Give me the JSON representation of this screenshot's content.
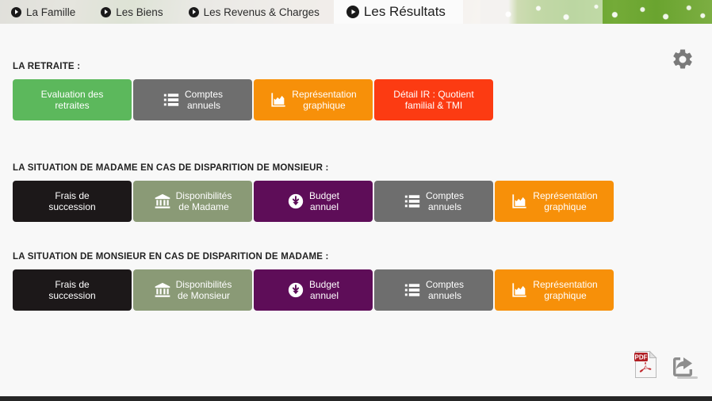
{
  "header": {
    "tabs": [
      {
        "label": "La Famille",
        "active": false,
        "icon": "arrow-circle-icon"
      },
      {
        "label": "Les Biens",
        "active": false,
        "icon": "arrow-circle-icon"
      },
      {
        "label": "Les Revenus & Charges",
        "active": false,
        "icon": "arrow-circle-icon"
      },
      {
        "label": "Les Résultats",
        "active": true,
        "icon": "arrow-circle-icon"
      }
    ]
  },
  "toolbar": {
    "settings_icon": "gear-icon"
  },
  "sections": [
    {
      "title": "LA RETRAITE :",
      "buttons": [
        {
          "label_line1": "Evaluation des",
          "label_line2": "retraites",
          "color": "#5cb85c",
          "color_class": "c-green",
          "icon": "none"
        },
        {
          "label_line1": "Comptes",
          "label_line2": "annuels",
          "color": "#6e6e6e",
          "color_class": "c-gray",
          "icon": "list-icon"
        },
        {
          "label_line1": "Représentation",
          "label_line2": "graphique",
          "color": "#f79009",
          "color_class": "c-orange",
          "icon": "area-chart-icon"
        },
        {
          "label_line1": "Détail IR : Quotient",
          "label_line2": "familial & TMI",
          "color": "#fc3b12",
          "color_class": "c-red",
          "icon": "none"
        }
      ]
    },
    {
      "title": "LA SITUATION DE MADAME EN CAS DE DISPARITION DE MONSIEUR :",
      "buttons": [
        {
          "label_line1": "Frais de",
          "label_line2": "succession",
          "color": "#1c1819",
          "color_class": "c-black",
          "icon": "none"
        },
        {
          "label_line1": "Disponibilités",
          "label_line2": "de Madame",
          "color": "#8a9a76",
          "color_class": "c-sage",
          "icon": "bank-icon"
        },
        {
          "label_line1": "Budget",
          "label_line2": "annuel",
          "color": "#5e0d58",
          "color_class": "c-purple",
          "icon": "download-circle-icon"
        },
        {
          "label_line1": "Comptes",
          "label_line2": "annuels",
          "color": "#6e6e6e",
          "color_class": "c-gray",
          "icon": "list-icon"
        },
        {
          "label_line1": "Représentation",
          "label_line2": "graphique",
          "color": "#f79009",
          "color_class": "c-orange",
          "icon": "area-chart-icon"
        }
      ]
    },
    {
      "title": "LA SITUATION DE MONSIEUR EN CAS DE DISPARITION DE MADAME :",
      "buttons": [
        {
          "label_line1": "Frais de",
          "label_line2": "succession",
          "color": "#1c1819",
          "color_class": "c-black",
          "icon": "none"
        },
        {
          "label_line1": "Disponibilités",
          "label_line2": "de Monsieur",
          "color": "#8a9a76",
          "color_class": "c-sage",
          "icon": "bank-icon"
        },
        {
          "label_line1": "Budget",
          "label_line2": "annuel",
          "color": "#5e0d58",
          "color_class": "c-purple",
          "icon": "download-circle-icon"
        },
        {
          "label_line1": "Comptes",
          "label_line2": "annuels",
          "color": "#6e6e6e",
          "color_class": "c-gray",
          "icon": "list-icon"
        },
        {
          "label_line1": "Représentation",
          "label_line2": "graphique",
          "color": "#f79009",
          "color_class": "c-orange",
          "icon": "area-chart-icon"
        }
      ]
    }
  ],
  "footer": {
    "actions": [
      {
        "icon": "pdf-export-icon",
        "badge": "PDF"
      },
      {
        "icon": "share-export-icon"
      }
    ]
  }
}
